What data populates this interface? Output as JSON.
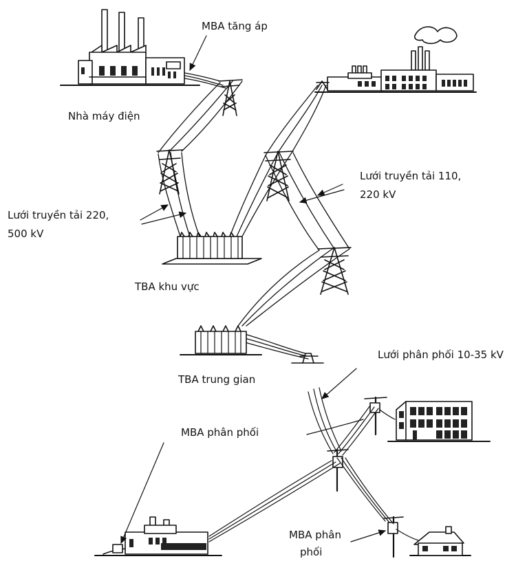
{
  "labels": {
    "step_up_transformer": "MBA tăng áp",
    "power_plant": "Nhà máy điện",
    "transmission_left_line1": "Lưới truyền tải 220,",
    "transmission_left_line2": "500 kV",
    "transmission_right_line1": "Lưới truyền tải 110,",
    "transmission_right_line2": "220 kV",
    "regional_substation": "TBA khu vực",
    "intermediate_substation": "TBA trung gian",
    "distribution_network": "Lưới phân phối 10-35 kV",
    "distribution_transformer_left": "MBA phân phối",
    "distribution_transformer_bottom_line1": "MBA phân",
    "distribution_transformer_bottom_line2": "phối"
  },
  "colors": {
    "ink": "#111111",
    "background": "#ffffff",
    "window": "#222222"
  }
}
